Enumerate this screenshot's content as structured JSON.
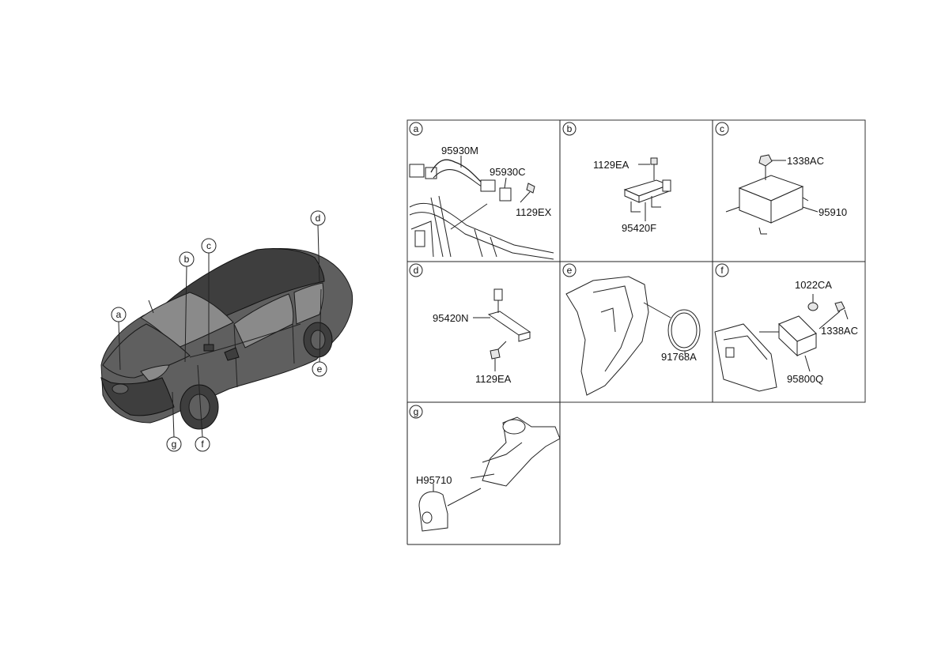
{
  "callouts_car": [
    "a",
    "b",
    "c",
    "d",
    "e",
    "f",
    "g"
  ],
  "panels": [
    {
      "letter": "a",
      "parts": [
        "95930M",
        "95930C",
        "1129EX"
      ]
    },
    {
      "letter": "b",
      "parts": [
        "1129EA",
        "95420F"
      ]
    },
    {
      "letter": "c",
      "parts": [
        "1338AC",
        "95910"
      ]
    },
    {
      "letter": "d",
      "parts": [
        "95420N",
        "1129EA"
      ]
    },
    {
      "letter": "e",
      "parts": [
        "91768A"
      ]
    },
    {
      "letter": "f",
      "parts": [
        "1022CA",
        "1338AC",
        "95800Q"
      ]
    },
    {
      "letter": "g",
      "parts": [
        "H95710"
      ]
    }
  ]
}
